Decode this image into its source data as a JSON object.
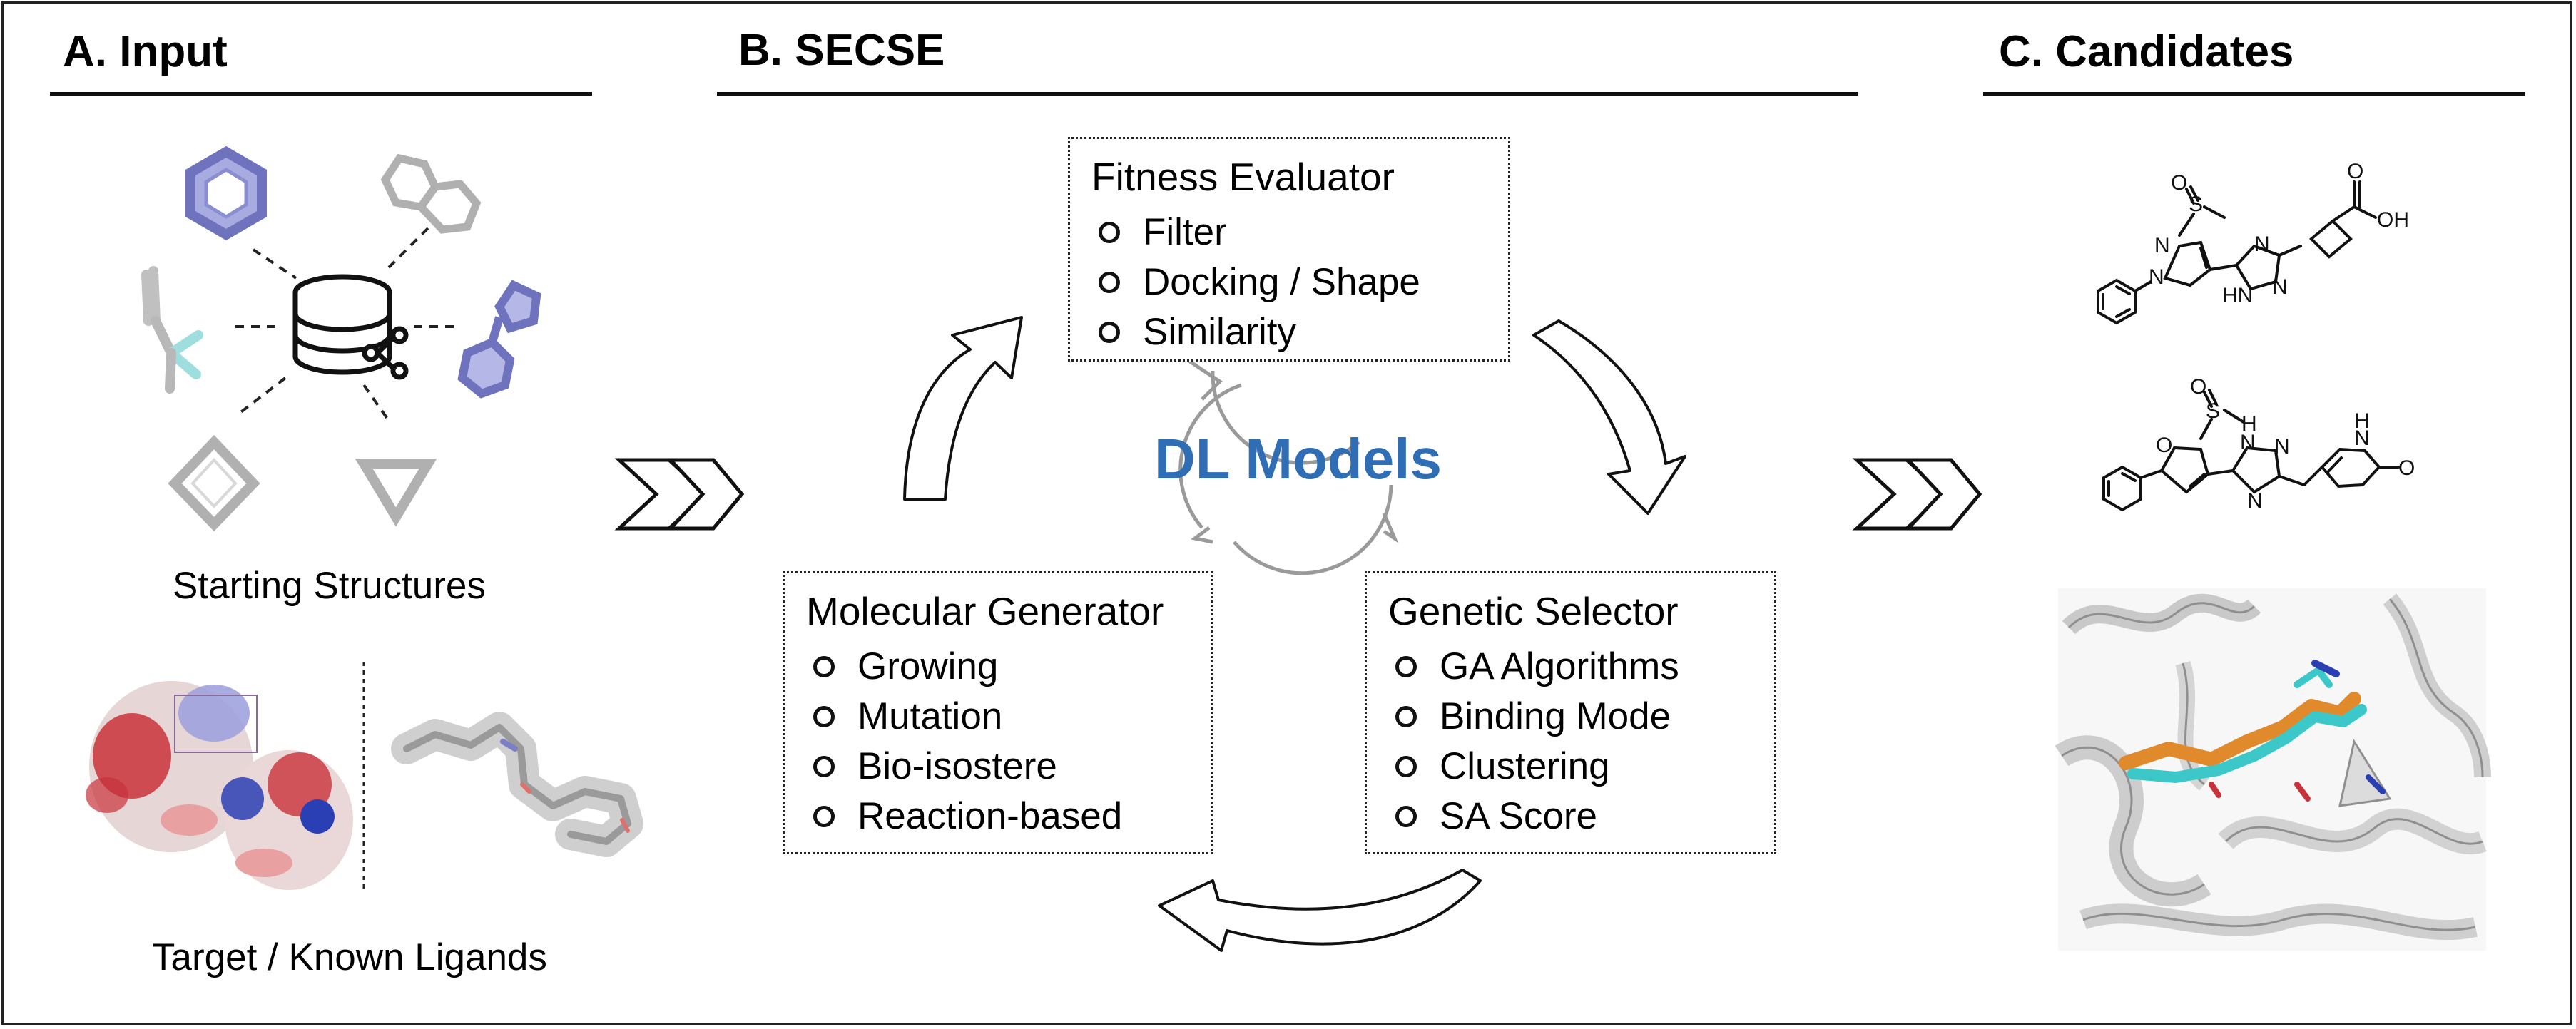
{
  "sections": {
    "input": {
      "title": "A. Input",
      "starting_label": "Starting Structures",
      "target_label": "Target / Known Ligands"
    },
    "secse": {
      "title": "B. SECSE"
    },
    "candidates": {
      "title": "C. Candidates"
    }
  },
  "fitness": {
    "title": "Fitness Evaluator",
    "items": [
      "Filter",
      "Docking / Shape",
      "Similarity"
    ]
  },
  "generator": {
    "title": "Molecular Generator",
    "items": [
      "Growing",
      "Mutation",
      "Bio-isostere",
      "Reaction-based"
    ]
  },
  "selector": {
    "title": "Genetic Selector",
    "items": [
      "GA Algorithms",
      "Binding Mode",
      "Clustering",
      "SA Score"
    ]
  },
  "center_label": "DL Models",
  "molecules": {
    "mol1": {
      "s": "S",
      "o_sulfinyl": "O",
      "n1": "N",
      "n2": "N",
      "n3": "N",
      "n4": "N",
      "hn": "HN",
      "o_acid": "O",
      "oh": "OH"
    },
    "mol2": {
      "s": "S",
      "o_sulfinyl": "O",
      "o_furan": "O",
      "h": "H",
      "n1": "N",
      "n2": "N",
      "n3": "N",
      "nh": "N",
      "h_pyr": "H",
      "o_pyr": "O"
    }
  },
  "colors": {
    "accent": "#2f6db5",
    "fragment_blue": "#7b7fc4",
    "fragment_gray": "#b5b5b5",
    "surface_red": "#c8323a",
    "surface_blue": "#2b3fb5",
    "ligand_orange": "#e08a2c",
    "ligand_cyan": "#3cc8c8"
  }
}
